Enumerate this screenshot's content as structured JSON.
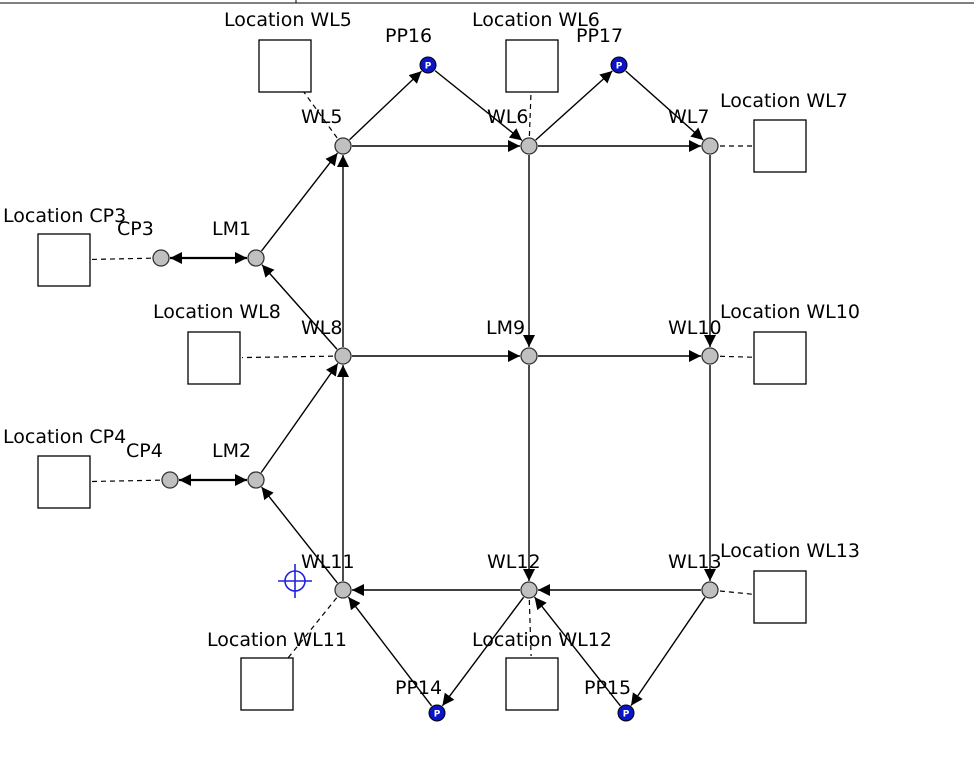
{
  "diagram": {
    "nodes": [
      {
        "id": "WL5",
        "label": "WL5",
        "kind": "waypoint"
      },
      {
        "id": "WL6",
        "label": "WL6",
        "kind": "waypoint"
      },
      {
        "id": "WL7",
        "label": "WL7",
        "kind": "waypoint"
      },
      {
        "id": "LM1",
        "label": "LM1",
        "kind": "waypoint"
      },
      {
        "id": "CP3",
        "label": "CP3",
        "kind": "waypoint"
      },
      {
        "id": "WL8",
        "label": "WL8",
        "kind": "waypoint"
      },
      {
        "id": "LM9",
        "label": "LM9",
        "kind": "waypoint"
      },
      {
        "id": "WL10",
        "label": "WL10",
        "kind": "waypoint"
      },
      {
        "id": "LM2",
        "label": "LM2",
        "kind": "waypoint"
      },
      {
        "id": "CP4",
        "label": "CP4",
        "kind": "waypoint"
      },
      {
        "id": "WL11",
        "label": "WL11",
        "kind": "waypoint"
      },
      {
        "id": "WL12",
        "label": "WL12",
        "kind": "waypoint"
      },
      {
        "id": "WL13",
        "label": "WL13",
        "kind": "waypoint"
      },
      {
        "id": "PP16",
        "label": "PP16",
        "kind": "parking",
        "glyph": "P"
      },
      {
        "id": "PP17",
        "label": "PP17",
        "kind": "parking",
        "glyph": "P"
      },
      {
        "id": "PP14",
        "label": "PP14",
        "kind": "parking",
        "glyph": "P"
      },
      {
        "id": "PP15",
        "label": "PP15",
        "kind": "parking",
        "glyph": "P"
      }
    ],
    "locations": [
      {
        "id": "LOC_WL5",
        "label": "Location WL5",
        "node": "WL5"
      },
      {
        "id": "LOC_WL6",
        "label": "Location WL6",
        "node": "WL6"
      },
      {
        "id": "LOC_WL7",
        "label": "Location WL7",
        "node": "WL7"
      },
      {
        "id": "LOC_CP3",
        "label": "Location CP3",
        "node": "CP3"
      },
      {
        "id": "LOC_WL8",
        "label": "Location WL8",
        "node": "WL8"
      },
      {
        "id": "LOC_WL10",
        "label": "Location WL10",
        "node": "WL10"
      },
      {
        "id": "LOC_CP4",
        "label": "Location CP4",
        "node": "CP4"
      },
      {
        "id": "LOC_WL11",
        "label": "Location WL11",
        "node": "WL11"
      },
      {
        "id": "LOC_WL12",
        "label": "Location WL12",
        "node": "WL12"
      },
      {
        "id": "LOC_WL13",
        "label": "Location WL13",
        "node": "WL13"
      }
    ],
    "paths": [
      {
        "from": "WL5",
        "to": "PP16"
      },
      {
        "from": "PP16",
        "to": "WL6"
      },
      {
        "from": "WL6",
        "to": "PP17"
      },
      {
        "from": "PP17",
        "to": "WL7"
      },
      {
        "from": "WL5",
        "to": "WL6"
      },
      {
        "from": "WL6",
        "to": "WL7"
      },
      {
        "from": "LM1",
        "to": "WL5"
      },
      {
        "from": "WL8",
        "to": "WL5"
      },
      {
        "from": "WL8",
        "to": "LM1"
      },
      {
        "from": "CP3",
        "to": "LM1",
        "bidirectional": true
      },
      {
        "from": "WL6",
        "to": "LM9"
      },
      {
        "from": "WL7",
        "to": "WL10"
      },
      {
        "from": "WL8",
        "to": "LM9"
      },
      {
        "from": "LM9",
        "to": "WL10"
      },
      {
        "from": "LM2",
        "to": "WL8"
      },
      {
        "from": "WL11",
        "to": "WL8"
      },
      {
        "from": "WL11",
        "to": "LM2"
      },
      {
        "from": "CP4",
        "to": "LM2",
        "bidirectional": true
      },
      {
        "from": "LM9",
        "to": "WL12"
      },
      {
        "from": "WL10",
        "to": "WL13"
      },
      {
        "from": "WL12",
        "to": "WL11"
      },
      {
        "from": "WL13",
        "to": "WL12"
      },
      {
        "from": "WL12",
        "to": "PP14"
      },
      {
        "from": "PP14",
        "to": "WL11"
      },
      {
        "from": "WL13",
        "to": "PP15"
      },
      {
        "from": "PP15",
        "to": "WL12"
      }
    ],
    "cursor_icon": "crosshair-icon",
    "colors": {
      "node_fill": "#c0c0c0",
      "parking_fill": "#0a14c8",
      "cursor": "#2020e0"
    }
  }
}
